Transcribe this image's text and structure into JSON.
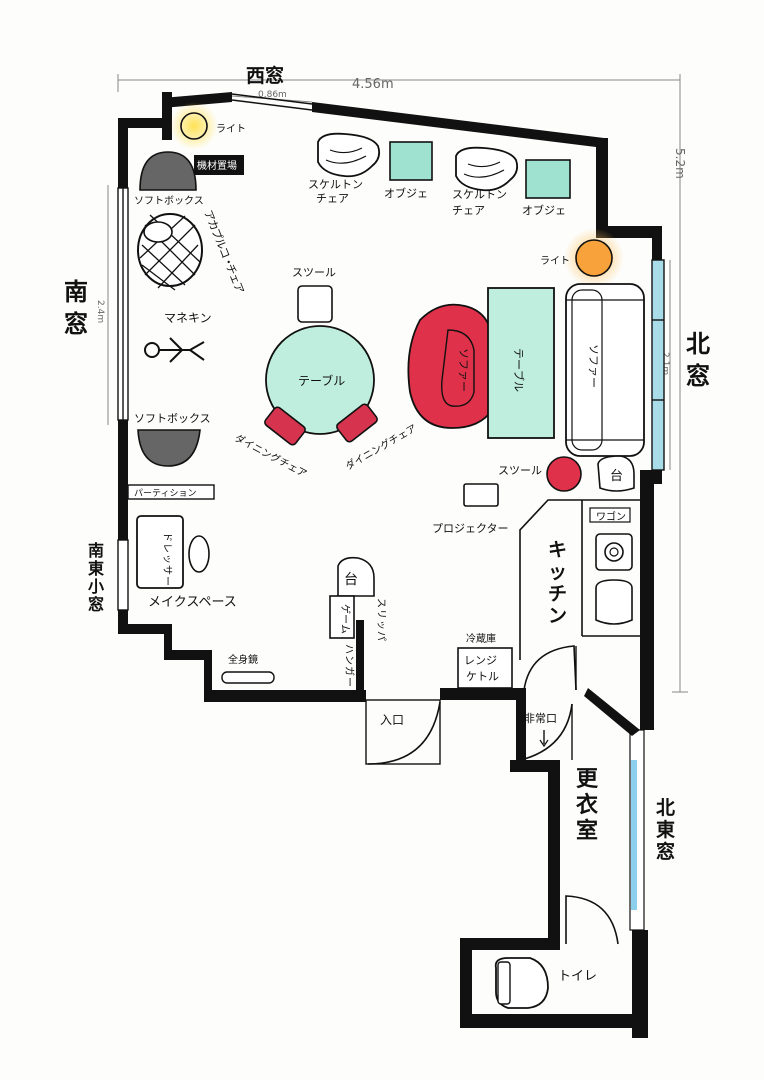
{
  "dimensions": {
    "width_total": "4.56m",
    "height_total": "5.2m",
    "west_window": "0.86m",
    "south_window": "2.4m",
    "north_window": "2.1m"
  },
  "windows": {
    "west": "西窓",
    "south_1": "南",
    "south_2": "窓",
    "north_1": "北",
    "north_2": "窓",
    "southeast": [
      "南",
      "東",
      "小",
      "窓"
    ],
    "northeast": [
      "北",
      "東",
      "窓"
    ]
  },
  "labels": {
    "light_1": "ライト",
    "equipment": "機材置場",
    "softbox_1": "ソフトボックス",
    "acapulco": [
      "ア",
      "カ",
      "プ",
      "ル",
      "コ",
      "・",
      "チ",
      "ェ",
      "ア"
    ],
    "mannequin": "マネキン",
    "softbox_2": "ソフトボックス",
    "partition": "パーティション",
    "dresser": [
      "ド",
      "レ",
      "ッ",
      "サ",
      "ー"
    ],
    "make_space": "メイクスペース",
    "mirror": "全身鏡",
    "skeleton_1a": "スケルトン",
    "skeleton_1b": "チェア",
    "objet_1": "オブジェ",
    "skeleton_2a": "スケルトン",
    "skeleton_2b": "チェア",
    "objet_2": "オブジェ",
    "light_2": "ライト",
    "stool_1": "スツール",
    "table_round": "テーブル",
    "dining_1": "ダイニングチェア",
    "dining_2": "ダイニングチェア",
    "sofa_red": [
      "ソ",
      "フ",
      "ァ",
      "ー"
    ],
    "table_long": [
      "テ",
      "ー",
      "ブ",
      "ル"
    ],
    "sofa_right": [
      "ソ",
      "フ",
      "ァ",
      "ー"
    ],
    "stool_2": "スツール",
    "stand_1": "台",
    "projector": "プロジェクター",
    "wagon": "ワゴン",
    "kitchen": [
      "キ",
      "ッ",
      "チ",
      "ン"
    ],
    "stand_2": "台",
    "game": [
      "ゲ",
      "ー",
      "ム"
    ],
    "slippers": [
      "ス",
      "リ",
      "ッ",
      "パ"
    ],
    "hanger": [
      "ハ",
      "ン",
      "ガ",
      "ー"
    ],
    "fridge": "冷蔵庫",
    "range": "レンジ",
    "kettle": "ケトル",
    "entrance": "入口",
    "emergency": "非常口",
    "dressing_room": [
      "更",
      "衣",
      "室"
    ],
    "toilet": "トイレ"
  },
  "colors": {
    "wall": "#111111",
    "sofa_red": "#e0314a",
    "table_mint": "#bfeede",
    "objet": "#9fe2cf",
    "light": "#f7a23a",
    "light_glow": "#ffe066",
    "window_blue": "#6fc3e8"
  }
}
